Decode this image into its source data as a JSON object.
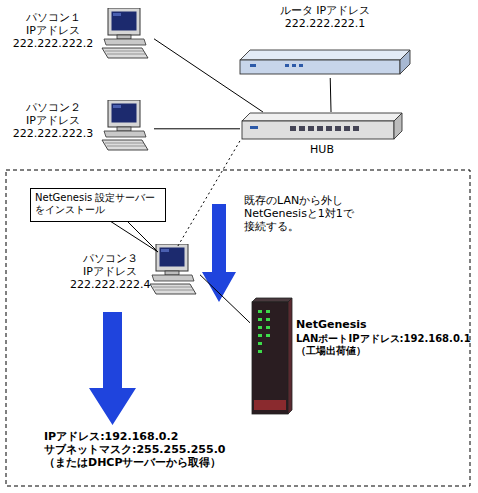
{
  "diagram": {
    "nodes": [
      {
        "text": [
          "パソコン１ IPアドレス 222.222.222.2"
        ]
      },
      {
        "text": [
          "ルータ IPアドレス 222.222.222.1"
        ]
      },
      {
        "text": [
          "パソコン２ IPアドレス 222.222.222.3"
        ]
      },
      {
        "text": [
          "HUB"
        ]
      },
      {
        "text": [
          "NetGenesis 設定サーバー をインストール"
        ]
      },
      {
        "text": [
          "パソコン３ IPアドレス 222.222.222.4"
        ]
      },
      {
        "text": [
          "NetGenesis",
          "LANポートIPアドレス:192.168.0.1 （工場出荷値）"
        ]
      }
    ],
    "edges": [
      {
        "from": 0,
        "to": 3,
        "arrow": "none"
      },
      {
        "from": 1,
        "to": 3,
        "arrow": "none"
      },
      {
        "from": 2,
        "to": 3,
        "arrow": "none"
      },
      {
        "from": 5,
        "to": 3,
        "arrow": "none"
      },
      {
        "from": 5,
        "to": 6,
        "arrow": "none"
      }
    ],
    "labels": [
      "既存のLANから外し NetGenesisと1対1で 接続する。",
      "IPアドレス:192.168.0.2 サブネットマスク:255.255.255.0 （またはDHCPサーバーから取得）"
    ]
  }
}
